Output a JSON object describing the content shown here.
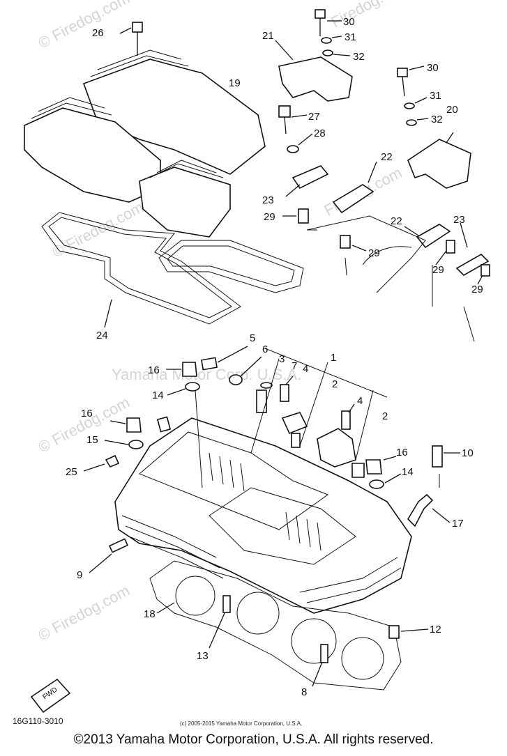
{
  "diagram": {
    "callouts": [
      "26",
      "30",
      "31",
      "32",
      "21",
      "19",
      "30",
      "31",
      "32",
      "20",
      "27",
      "28",
      "22",
      "23",
      "29",
      "29",
      "22",
      "23",
      "29",
      "29",
      "24",
      "5",
      "6",
      "1",
      "3",
      "7",
      "4",
      "2",
      "16",
      "14",
      "4",
      "2",
      "16",
      "15",
      "10",
      "16",
      "14",
      "25",
      "17",
      "9",
      "18",
      "12",
      "13",
      "8"
    ],
    "watermarks": [
      "© Firedog.com",
      "© Firedog.com",
      "© Firedog.com",
      "© Firedog.com",
      "Firedog.com",
      "Firedog.com",
      "Yamaha Motor Corp. U.S.A."
    ],
    "fwd_label": "FWD",
    "diagram_code": "16G110-3010",
    "inner_copyright": "(c) 2005-2015 Yamaha Motor Corporation, U.S.A."
  },
  "footer": {
    "copyright": "©2013 Yamaha Motor Corporation, U.S.A. All rights reserved."
  }
}
